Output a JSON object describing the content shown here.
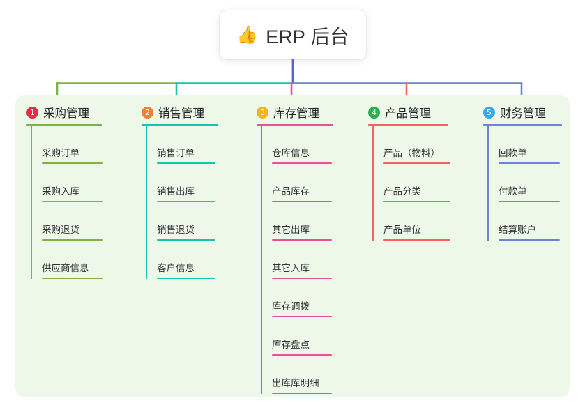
{
  "root": {
    "icon": "thumbs-up-icon",
    "icon_glyph": "👍",
    "title": "ERP 后台"
  },
  "theme": {
    "canvas_bg": "#ffffff",
    "panel_bg": "#eef8e8",
    "card_bg": "#ffffff",
    "title_color": "#2f3136",
    "trunk_color": "#5b62c8"
  },
  "columns": [
    {
      "number": "1",
      "title": "采购管理",
      "badge_color": "#e8294a",
      "line_color": "#7cb342",
      "items": [
        "采购订单",
        "采购入库",
        "采购退货",
        "供应商信息"
      ]
    },
    {
      "number": "2",
      "title": "销售管理",
      "badge_color": "#f07f2e",
      "line_color": "#16c5ad",
      "items": [
        "销售订单",
        "销售出库",
        "销售退货",
        "客户信息"
      ]
    },
    {
      "number": "3",
      "title": "库存管理",
      "badge_color": "#f5b31b",
      "line_color": "#e9509a",
      "items": [
        "仓库信息",
        "产品库存",
        "其它出库",
        "其它入库",
        "库存调拨",
        "库存盘点",
        "出库库明细"
      ]
    },
    {
      "number": "4",
      "title": "产品管理",
      "badge_color": "#22b34b",
      "line_color": "#f4635f",
      "items": [
        "产品（物料）",
        "产品分类",
        "产品单位"
      ]
    },
    {
      "number": "5",
      "title": "财务管理",
      "badge_color": "#38a8e8",
      "line_color": "#6b86d6",
      "items": [
        "回款单",
        "付款单",
        "结算账户"
      ]
    }
  ]
}
